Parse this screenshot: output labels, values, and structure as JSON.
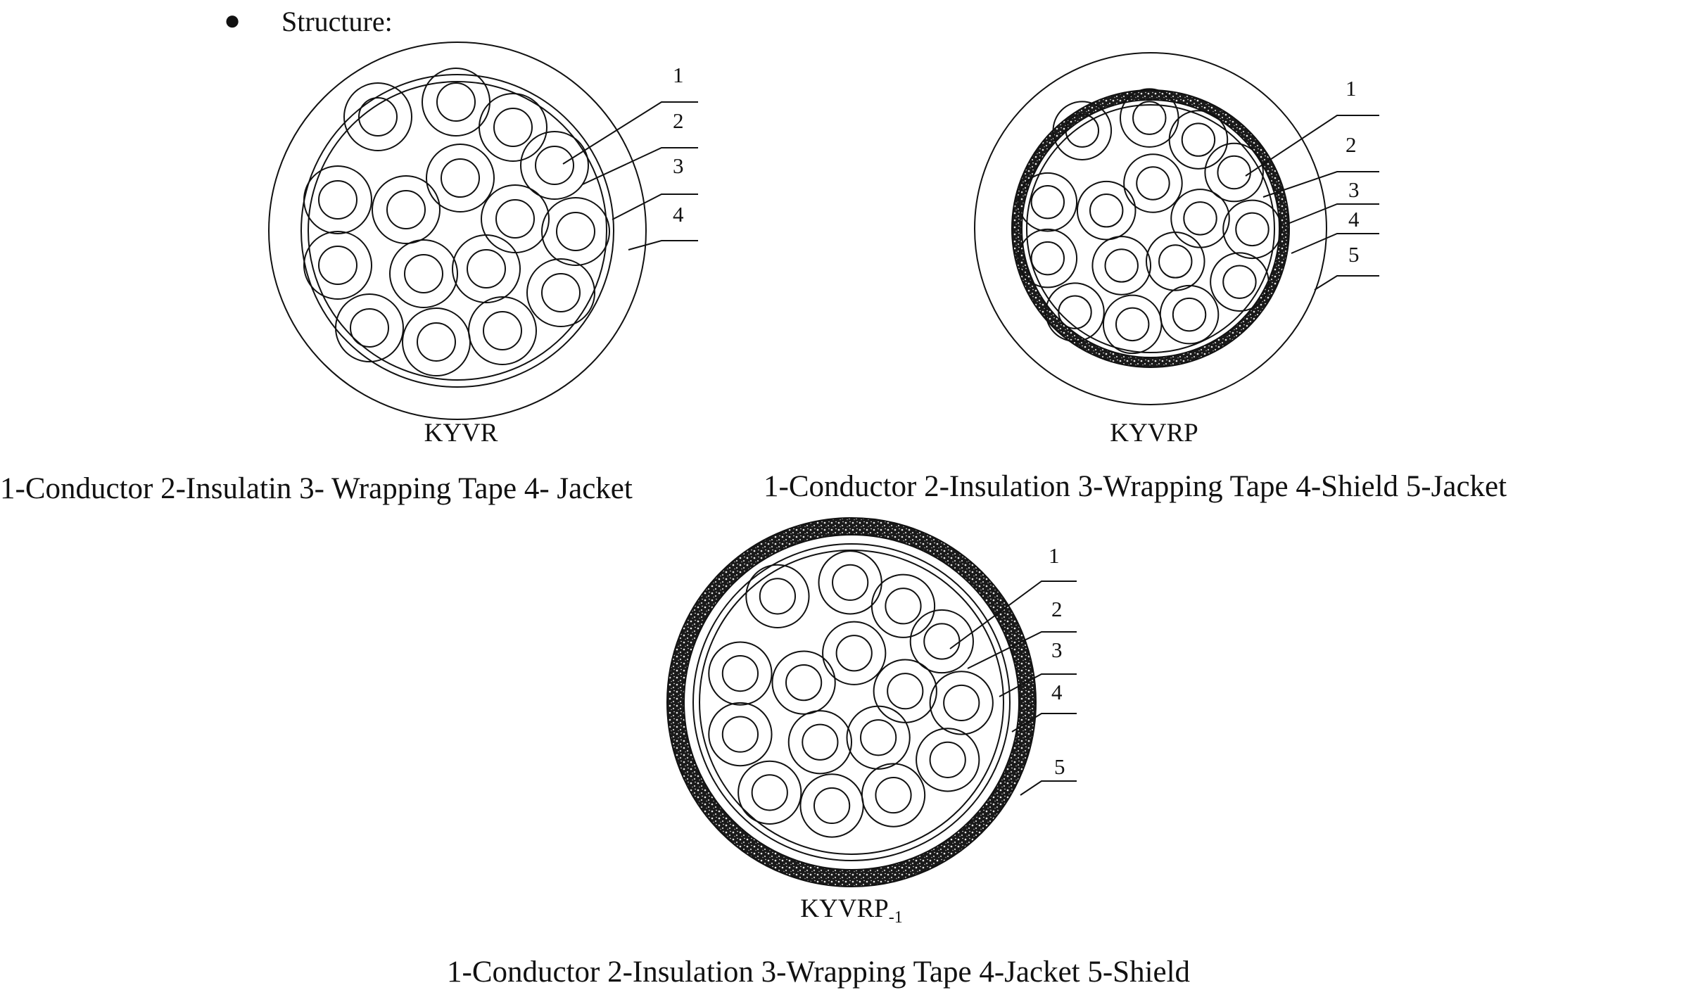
{
  "section": {
    "bullet": "●",
    "heading": "Structure:"
  },
  "diagrams": [
    {
      "id": "kyvr",
      "model": "KYVR",
      "model_sub": "",
      "callouts": [
        "1",
        "2",
        "3",
        "4"
      ],
      "legend": "1-Conductor 2-Insulatin 3- Wrapping Tape 4- Jacket"
    },
    {
      "id": "kyvrp",
      "model": "KYVRP",
      "model_sub": "",
      "callouts": [
        "1",
        "2",
        "3",
        "4",
        "5"
      ],
      "legend": "1-Conductor 2-Insulation 3-Wrapping Tape 4-Shield 5-Jacket"
    },
    {
      "id": "kyvrp1",
      "model": "KYVRP",
      "model_sub": "-1",
      "callouts": [
        "1",
        "2",
        "3",
        "4",
        "5"
      ],
      "legend": "1-Conductor 2-Insulation 3-Wrapping Tape 4-Jacket 5-Shield"
    }
  ],
  "colors": {
    "stroke": "#111111",
    "shield": "#1a1a1a",
    "background": "#ffffff"
  }
}
